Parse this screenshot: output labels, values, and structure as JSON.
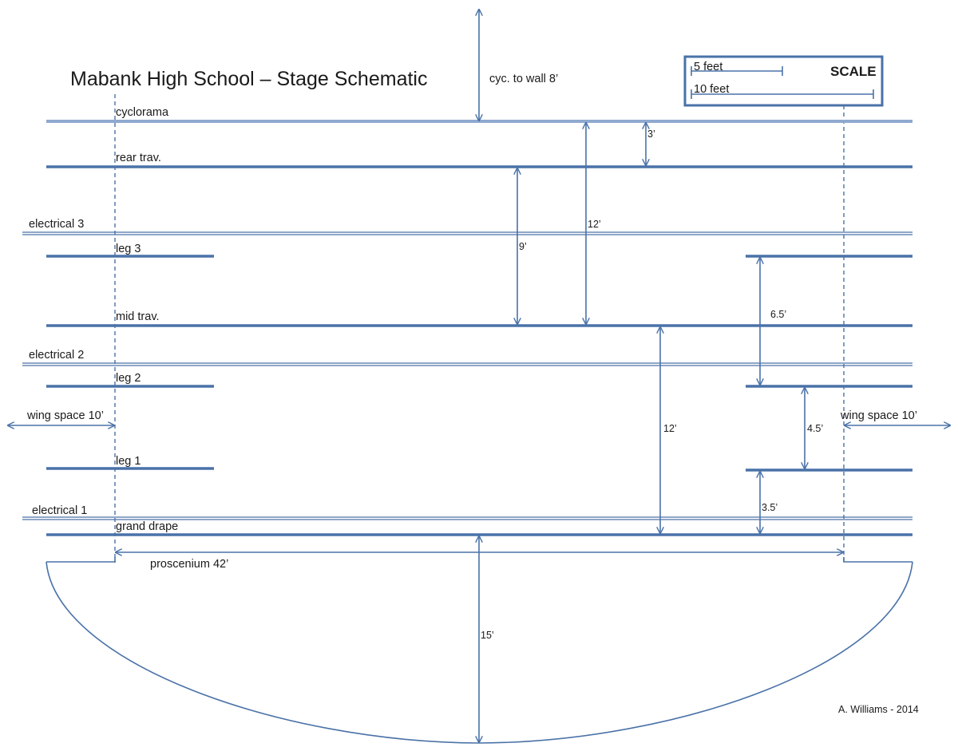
{
  "title": "Mabank High School – Stage Schematic",
  "credit": "A. Williams  - 2014",
  "scale": {
    "heading": "SCALE",
    "five": "5 feet",
    "ten": "10 feet"
  },
  "battens": {
    "cyclorama": "cyclorama",
    "rear_trav": "rear trav.",
    "electrical3": "electrical 3",
    "leg3": "leg 3",
    "mid_trav": "mid trav.",
    "electrical2": "electrical 2",
    "leg2": "leg 2",
    "leg1": "leg 1",
    "electrical1": "electrical 1",
    "grand_drape": "grand drape"
  },
  "dimensions": {
    "cyc_to_wall": "cyc. to wall 8’",
    "three": "3’",
    "twelve_upper": "12’",
    "nine": "9’",
    "six_five": "6.5’",
    "twelve_lower": "12’",
    "four_five": "4.5’",
    "three_five": "3.5’",
    "fifteen": "15’",
    "proscenium": "proscenium  42’",
    "wing_left": "wing space  10’",
    "wing_right": "wing space  10’"
  }
}
